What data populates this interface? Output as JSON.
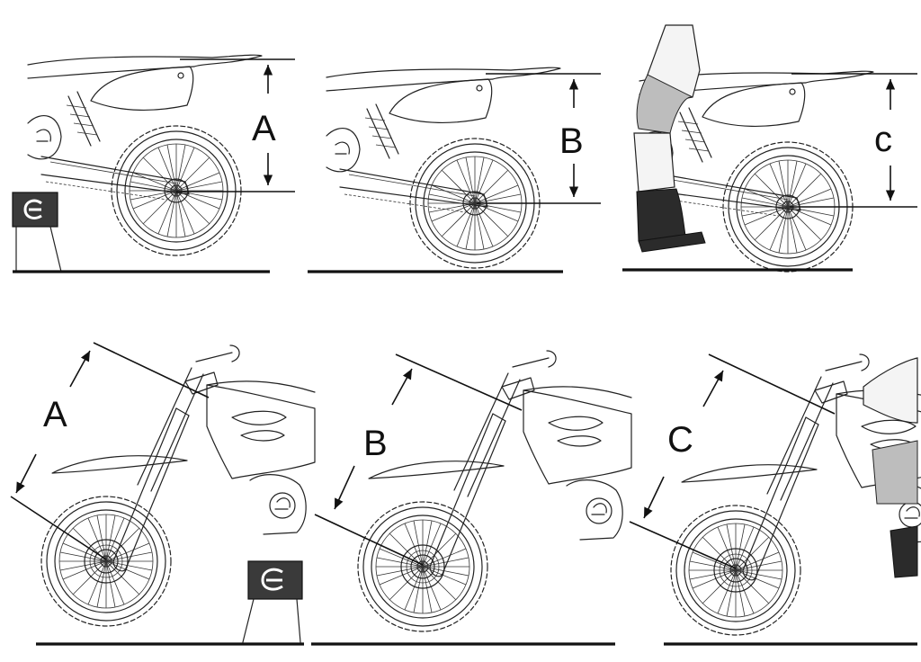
{
  "panels": [
    {
      "id": "rear-a",
      "letter": "A",
      "view": "rear",
      "stand": true,
      "rider": false
    },
    {
      "id": "rear-b",
      "letter": "B",
      "view": "rear",
      "stand": false,
      "rider": false
    },
    {
      "id": "rear-c",
      "letter": "c",
      "view": "rear",
      "stand": false,
      "rider": true
    },
    {
      "id": "front-a",
      "letter": "A",
      "view": "front",
      "stand": true,
      "rider": false
    },
    {
      "id": "front-b",
      "letter": "B",
      "view": "front",
      "stand": false,
      "rider": false
    },
    {
      "id": "front-c",
      "letter": "C",
      "view": "front",
      "stand": false,
      "rider": true
    }
  ],
  "colors": {
    "ink": "#222222",
    "stand": "#3a3a3a",
    "background": "#ffffff"
  }
}
